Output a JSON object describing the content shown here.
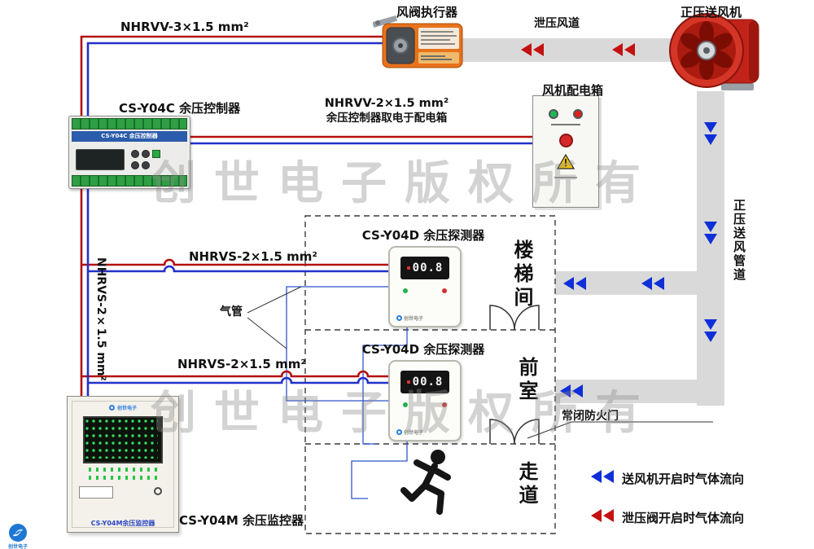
{
  "watermark": {
    "text": "创世电子版权所有"
  },
  "colors": {
    "wire_red": "#b40f0f",
    "wire_blue": "#2330c8",
    "arrow_blue": "#0f2fd8",
    "arrow_red": "#c41111",
    "duct_gray": "#d9d9d9",
    "actuator_orange": "#e8721b",
    "fan_red": "#c9271c"
  },
  "cables": {
    "actuator_cable": "NHRVV-3×1.5 mm²",
    "power_cable_line1": "NHRVV-2×1.5 mm²",
    "power_cable_line2": "余压控制器取电于配电箱",
    "detector1_cable": "NHRVS-2×1.5 mm²",
    "detector2_cable": "NHRVS-2×1.5 mm²",
    "riser_cable": "NHRVS-2×1.5 mm²"
  },
  "equipment": {
    "fan_label": "正压送风机",
    "actuator_label": "风阀执行器",
    "relief_duct_label": "泄压风道",
    "supply_duct_label": "正压送风管道",
    "distribution_box_label": "风机配电箱",
    "controller_label": "CS-Y04C 余压控制器",
    "controller_panel_text": "CS-Y04C 余压控制器",
    "detector1_label": "CS-Y04D 余压探测器",
    "detector1_reading": "00.8",
    "detector2_label": "CS-Y04D 余压探测器",
    "detector2_reading": "00.8",
    "monitor_label": "CS-Y04M 余压监控器",
    "monitor_panel_text": "CS-Y04M余压监控器",
    "brand_name": "创世电子"
  },
  "rooms": {
    "stairwell": "楼梯间",
    "front_room": "前室",
    "corridor": "走道",
    "fire_door_label": "常闭防火门",
    "air_tube_label": "气管"
  },
  "legend": {
    "supply_flow": "送风机开启时气体流向",
    "relief_flow": "泄压阀开启时气体流向"
  }
}
